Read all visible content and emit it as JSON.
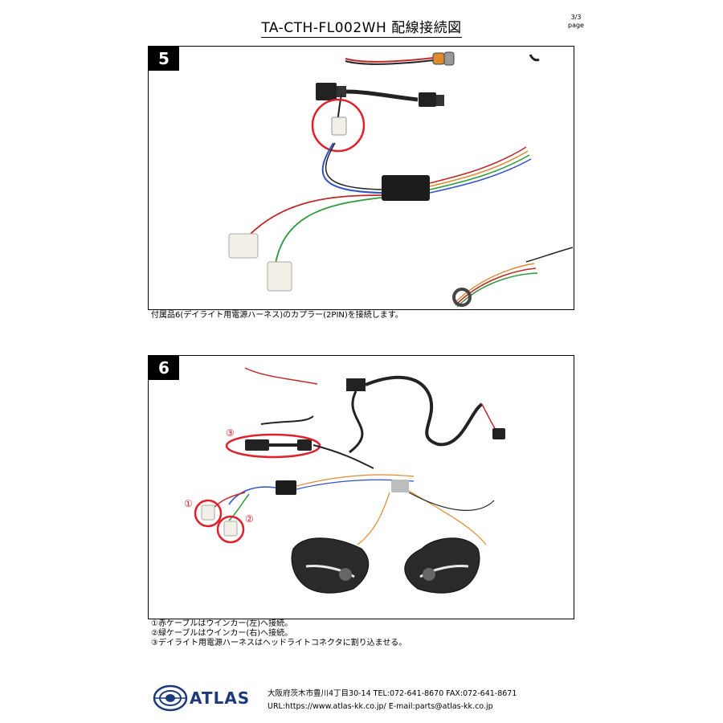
{
  "header": {
    "title": "TA-CTH-FL002WH 配線接続図",
    "page_fraction": "3/3",
    "page_word": "page"
  },
  "steps": [
    {
      "number": "5",
      "caption_lines": [
        "付属品6(デイライト用電源ハーネス)のカプラー(2PIN)を接続します。"
      ]
    },
    {
      "number": "6",
      "markers": [
        "③",
        "①",
        "②"
      ],
      "caption_lines": [
        "①赤ケーブルはウインカー(左)へ接続。",
        "②緑ケーブルはウインカー(右)へ接続。",
        "③デイライト用電源ハーネスはヘッドライトコネクタに割り込ませる。"
      ]
    }
  ],
  "footer": {
    "brand": "ATLAS",
    "address": "大阪府茨木市豊川4丁目30-14 TEL:072-641-8670 FAX:072-641-8671",
    "url_line": "URL:https://www.atlas-kk.co.jp/ E-mail:parts@atlas-kk.co.jp"
  },
  "colors": {
    "brand_blue": "#1d3a7a",
    "highlight_red": "#e0202a",
    "wire_blue": "#3050c8",
    "wire_green": "#2e9a3a",
    "wire_red": "#c0282a"
  }
}
